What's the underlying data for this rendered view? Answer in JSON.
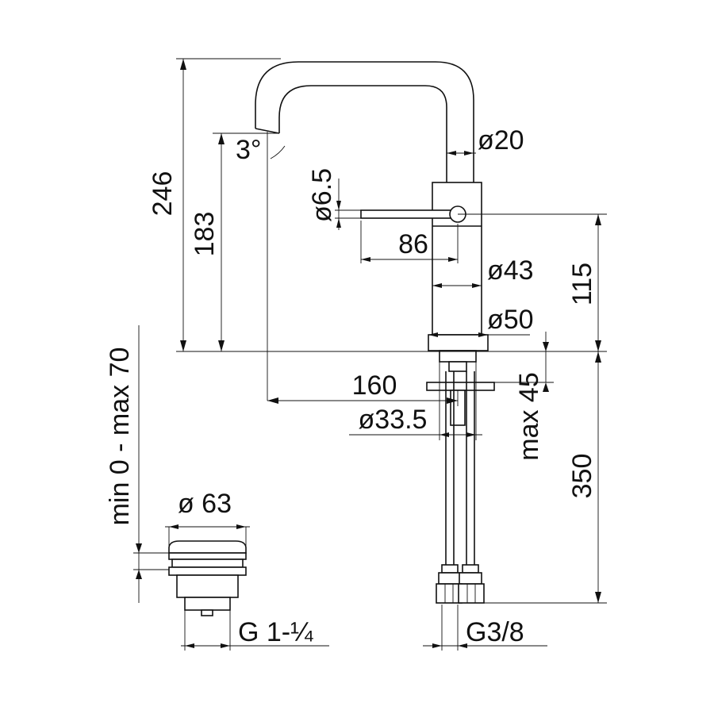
{
  "dimensions": {
    "overall_height": "246",
    "spout_height": "183",
    "spout_angle": "3°",
    "spout_tube_diameter": "ø20",
    "lever_diameter": "ø6.5",
    "lever_length": "86",
    "body_diameter_upper": "ø43",
    "body_diameter_base": "ø50",
    "lever_height": "115",
    "spout_reach": "160",
    "fixing_diameter": "ø33.5",
    "max_deck_thickness": "max 45",
    "hose_length": "350",
    "hose_thread": "G3/8",
    "waste_diameter": "ø 63",
    "waste_adjustment": "min 0 - max 70",
    "waste_thread": "G 1-¼"
  }
}
